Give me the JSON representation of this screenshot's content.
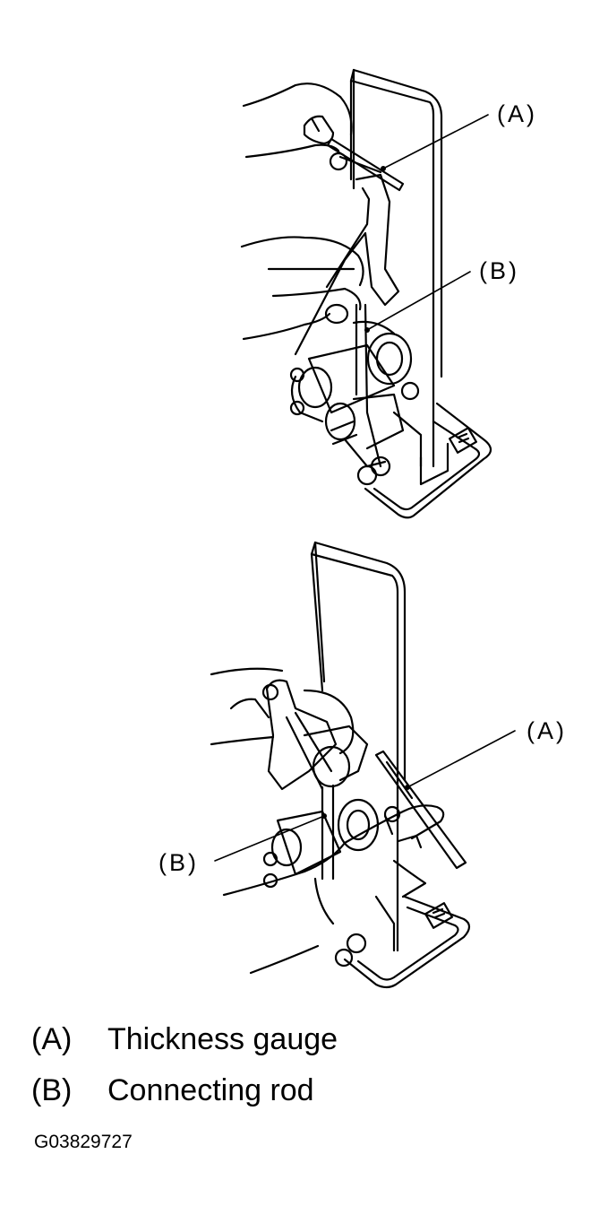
{
  "top_view": {
    "callout_a": "(A)",
    "callout_b": "(B)"
  },
  "bottom_view": {
    "callout_a": "(A)",
    "callout_b": "(B)"
  },
  "legend": {
    "items": [
      {
        "key": "(A)",
        "text": "Thickness gauge"
      },
      {
        "key": "(B)",
        "text": "Connecting rod"
      }
    ]
  },
  "figure_id": "G03829727"
}
